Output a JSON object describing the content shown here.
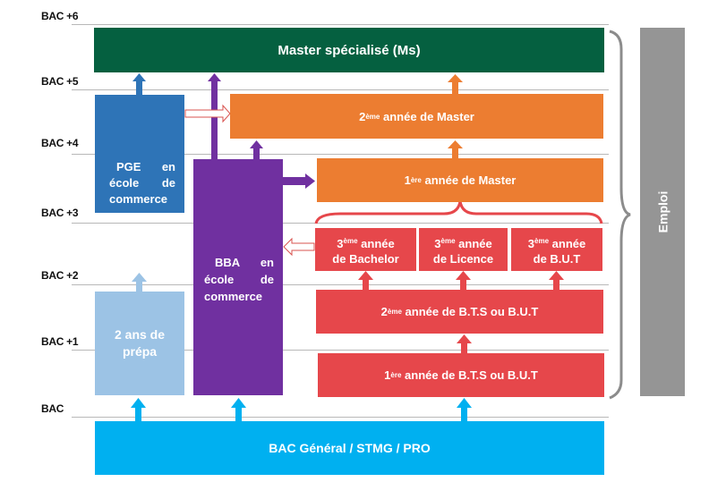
{
  "levels": [
    "BAC +6",
    "BAC +5",
    "BAC +4",
    "BAC +3",
    "BAC +2",
    "BAC +1",
    "BAC"
  ],
  "boxes": {
    "master_specialise": "Master spécialisé (Ms)",
    "master2": {
      "num": "2",
      "sup": "ème",
      "text": " année de Master"
    },
    "master1": {
      "num": "1",
      "sup": "ère",
      "text": " année de Master"
    },
    "bachelor3": {
      "num": "3",
      "sup": "ème",
      "line1": " année",
      "line2": "de Bachelor"
    },
    "licence3": {
      "num": "3",
      "sup": "ème",
      "line1": " année",
      "line2": "de Licence"
    },
    "but3": {
      "num": "3",
      "sup": "ème",
      "line1": " année",
      "line2": "de B.U.T"
    },
    "bts2": {
      "num": "2",
      "sup": "ème",
      "text": " année de B.T.S ou B.U.T"
    },
    "bts1": {
      "num": "1",
      "sup": "ère",
      "text": " année de B.T.S ou B.U.T"
    },
    "pge": {
      "w1": "PGE",
      "w2": "en",
      "w3": "école",
      "w4": "de",
      "w5": "commerce"
    },
    "bba": {
      "w1": "BBA",
      "w2": "en",
      "w3": "école",
      "w4": "de",
      "w5": "commerce"
    },
    "prepa": {
      "line1": "2 ans de",
      "line2": "prépa"
    },
    "bac": "BAC Général / STMG / PRO",
    "emploi": "Emploi"
  },
  "colors": {
    "green": "#056040",
    "orange": "#ec7d31",
    "red": "#e6474b",
    "blue": "#2e74b7",
    "lightblue": "#9cc3e5",
    "purple": "#7030a0",
    "cyan": "#00b0f0",
    "gray": "#959595"
  }
}
